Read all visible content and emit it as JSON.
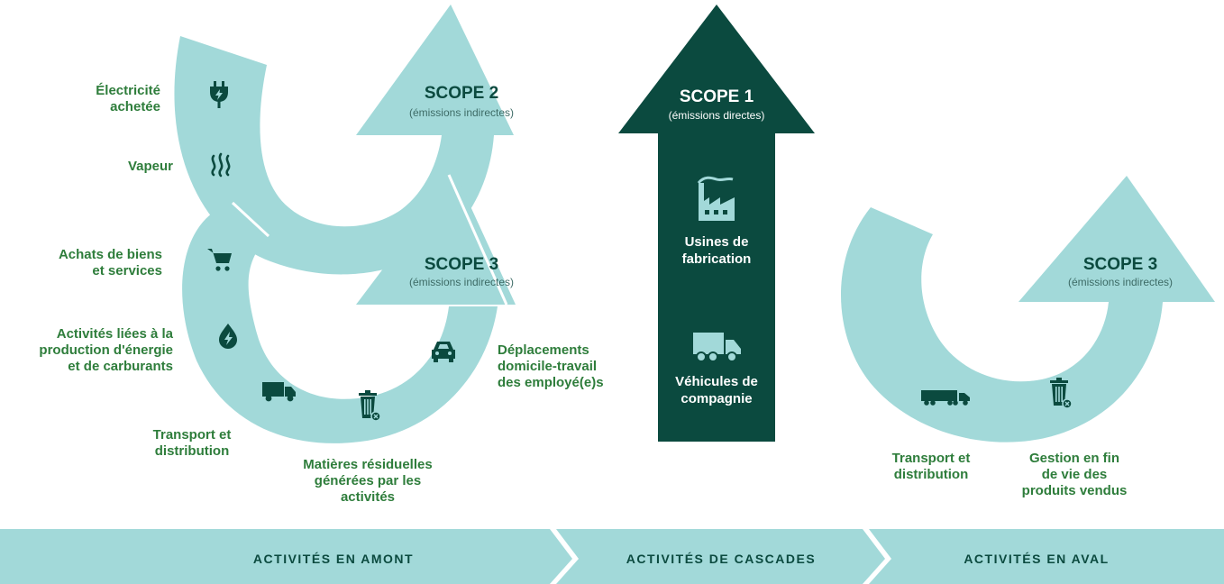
{
  "colors": {
    "arrow_light": "#a2d9d9",
    "arrow_dark": "#0b4a3f",
    "label_green": "#2e7d3b",
    "title_dark": "#0b4a3f",
    "icon_dark": "#0b4a3f",
    "band": "#a2d9d9"
  },
  "scope2": {
    "title": "SCOPE 2",
    "subtitle": "(émissions indirectes)",
    "items": [
      {
        "label": "Électricité\nachetée",
        "icon": "plug-icon"
      },
      {
        "label": "Vapeur",
        "icon": "steam-icon"
      }
    ]
  },
  "scope3_upstream": {
    "title": "SCOPE 3",
    "subtitle": "(émissions indirectes)",
    "items": [
      {
        "label": "Achats de biens\net services",
        "icon": "cart-icon"
      },
      {
        "label": "Activités liées à la\nproduction d'énergie\net de carburants",
        "icon": "fuel-drop-icon"
      },
      {
        "label": "Transport et\ndistribution",
        "icon": "truck-icon"
      },
      {
        "label": "Matières résiduelles\ngénérées par les\nactivités",
        "icon": "waste-bin-icon"
      },
      {
        "label": "Déplacements\ndomicile-travail\ndes employé(e)s",
        "icon": "car-icon"
      }
    ]
  },
  "scope1": {
    "title": "SCOPE 1",
    "subtitle": "(émissions directes)",
    "items": [
      {
        "label": "Usines de\nfabrication",
        "icon": "factory-icon"
      },
      {
        "label": "Véhicules de\ncompagnie",
        "icon": "truck-icon"
      }
    ]
  },
  "scope3_downstream": {
    "title": "SCOPE 3",
    "subtitle": "(émissions indirectes)",
    "items": [
      {
        "label": "Transport et\ndistribution",
        "icon": "semi-truck-icon"
      },
      {
        "label": "Gestion en fin\nde vie des\nproduits vendus",
        "icon": "waste-bin-icon"
      }
    ]
  },
  "band": {
    "upstream": "ACTIVITÉS EN AMONT",
    "cascades": "ACTIVITÉS DE CASCADES",
    "downstream": "ACTIVITÉS EN AVAL"
  }
}
